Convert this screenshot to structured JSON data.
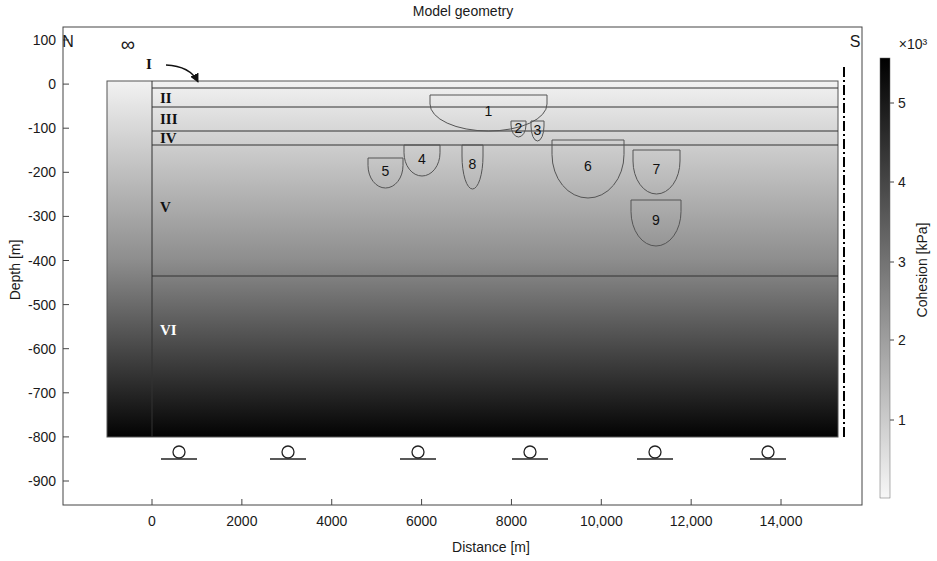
{
  "diagram": {
    "title": "Model geometry",
    "nodes": [
      {
        "text": [
          "I"
        ]
      },
      {
        "text": [
          "II"
        ]
      },
      {
        "text": [
          "III"
        ]
      },
      {
        "text": [
          "IV"
        ]
      },
      {
        "text": [
          "V"
        ]
      },
      {
        "text": [
          "VI"
        ]
      },
      {
        "text": [
          "1"
        ]
      },
      {
        "text": [
          "2"
        ]
      },
      {
        "text": [
          "3"
        ]
      },
      {
        "text": [
          "4"
        ]
      },
      {
        "text": [
          "5"
        ]
      },
      {
        "text": [
          "6"
        ]
      },
      {
        "text": [
          "7"
        ]
      },
      {
        "text": [
          "8"
        ]
      },
      {
        "text": [
          "9"
        ]
      }
    ],
    "labels": [
      "N",
      "S",
      "∞",
      "0",
      "2000",
      "4000",
      "6000",
      "8000",
      "10,000",
      "12,000",
      "14,000",
      "100",
      "0",
      "-100",
      "-200",
      "-300",
      "-400",
      "-500",
      "-600",
      "-700",
      "-800",
      "-900",
      "Depth [m]",
      "Distance [m]",
      "×10³",
      "5",
      "4",
      "3",
      "2",
      "1",
      "Cohesion [kPa]"
    ]
  }
}
